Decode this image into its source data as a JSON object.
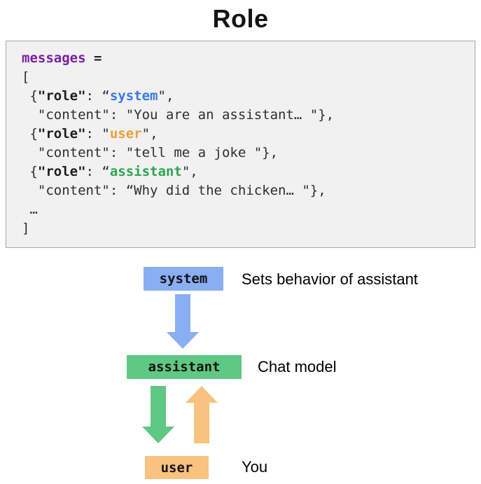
{
  "title": "Role",
  "colors": {
    "system_fill": "#8aaef2",
    "assistant_fill": "#5fc882",
    "user_fill": "#f9c27f",
    "code_purple": "#7b1fa2",
    "code_blue": "#3b78e7",
    "code_orange": "#ef9e35",
    "code_green": "#2da44e"
  },
  "code": {
    "lines": [
      {
        "tokens": [
          {
            "text": "messages",
            "cls": "purple"
          },
          {
            "text": " =",
            "cls": "bold"
          }
        ]
      },
      {
        "tokens": [
          {
            "text": "[",
            "cls": "plain"
          }
        ]
      },
      {
        "tokens": [
          {
            "text": " {",
            "cls": "plain"
          },
          {
            "text": "\"role\"",
            "cls": "bold"
          },
          {
            "text": ": “",
            "cls": "plain"
          },
          {
            "text": "system",
            "cls": "blue"
          },
          {
            "text": "\",",
            "cls": "plain"
          }
        ]
      },
      {
        "tokens": [
          {
            "text": "  \"content\": \"You are an assistant… \"},",
            "cls": "plain"
          }
        ]
      },
      {
        "tokens": [
          {
            "text": " {",
            "cls": "plain"
          },
          {
            "text": "\"role\"",
            "cls": "bold"
          },
          {
            "text": ": \"",
            "cls": "plain"
          },
          {
            "text": "user",
            "cls": "orange"
          },
          {
            "text": "\",",
            "cls": "plain"
          }
        ]
      },
      {
        "tokens": [
          {
            "text": "  \"content\": \"tell me a joke \"},",
            "cls": "plain"
          }
        ]
      },
      {
        "tokens": [
          {
            "text": " {",
            "cls": "plain"
          },
          {
            "text": "\"role\"",
            "cls": "bold"
          },
          {
            "text": ": “",
            "cls": "plain"
          },
          {
            "text": "assistant",
            "cls": "green"
          },
          {
            "text": "\",",
            "cls": "plain"
          }
        ]
      },
      {
        "tokens": [
          {
            "text": "  \"content\": “Why did the chicken… \"},",
            "cls": "plain"
          }
        ]
      },
      {
        "tokens": [
          {
            "text": " …",
            "cls": "plain"
          }
        ]
      },
      {
        "tokens": [
          {
            "text": "]",
            "cls": "plain"
          }
        ]
      }
    ]
  },
  "flow": {
    "nodes": [
      {
        "id": "system",
        "label": "system",
        "description": "Sets behavior of assistant"
      },
      {
        "id": "assistant",
        "label": "assistant",
        "description": "Chat model"
      },
      {
        "id": "user",
        "label": "user",
        "description": "You"
      }
    ],
    "arrows": [
      {
        "name": "system-to-assistant",
        "direction": "down",
        "color": "#8aaef2"
      },
      {
        "name": "assistant-to-user",
        "direction": "down",
        "color": "#5fc882"
      },
      {
        "name": "user-to-assistant",
        "direction": "up",
        "color": "#f9c27f"
      }
    ]
  }
}
